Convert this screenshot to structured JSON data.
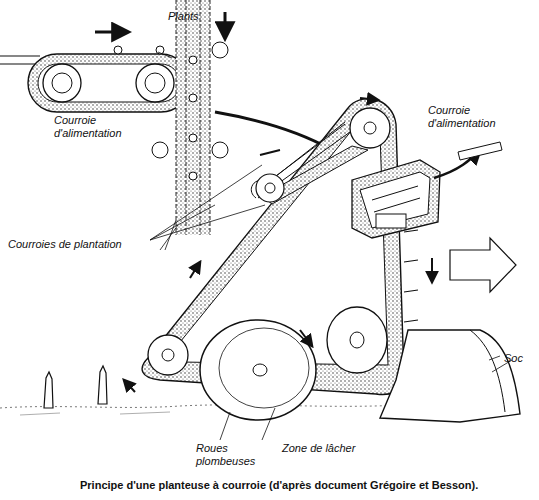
{
  "diagram": {
    "caption": "Principe d'une planteuse à courroie (d'après document Grégoire et Besson).",
    "labels": [
      "Plants",
      "Courroie d'alimentation",
      "Courroies de plantation",
      "Courroie d'alimentation",
      "Roues plombeuses",
      "Zone de lâcher",
      "Soc"
    ]
  }
}
